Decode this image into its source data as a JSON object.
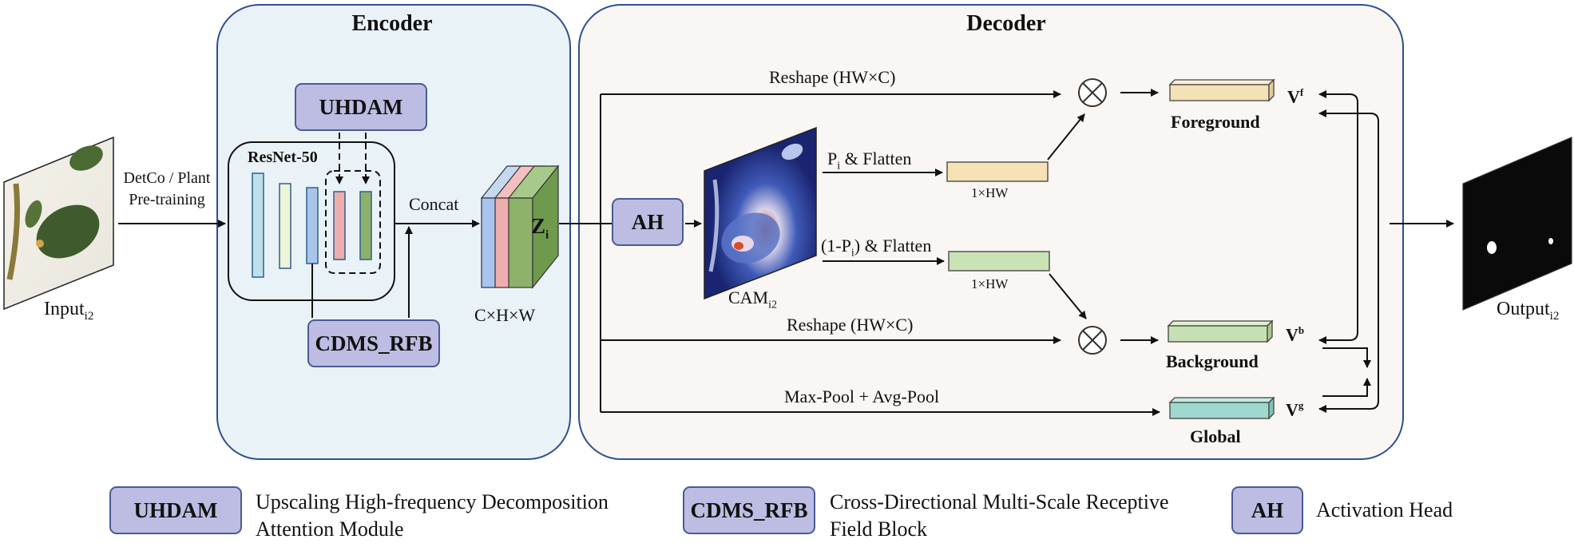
{
  "encoder": {
    "title": "Encoder",
    "uhdam": "UHDAM",
    "resnet": "ResNet-50",
    "cdms": "CDMS_RFB",
    "concat": "Concat",
    "z_label": "Z",
    "z_sub": "i",
    "feature_dims": "C×H×W"
  },
  "decoder": {
    "title": "Decoder",
    "ah": "AH",
    "reshape_top": "Reshape (HW×C)",
    "reshape_bottom": "Reshape (HW×C)",
    "pi_flatten_main": "P",
    "pi_flatten_sub": "i",
    "pi_flatten_rest": " & Flatten",
    "neg_flatten_main": "(1-P",
    "neg_flatten_sub": "i",
    "neg_flatten_rest": ") & Flatten",
    "dim_top": "1×HW",
    "dim_bottom": "1×HW",
    "cam_main": "CAM",
    "cam_sub": "i2",
    "pool": "Max-Pool  +  Avg-Pool",
    "vf_main": "V",
    "vf_sup": "f",
    "vb_main": "V",
    "vb_sup": "b",
    "vg_main": "V",
    "vg_sup": "g",
    "foreground": "Foreground",
    "background": "Background",
    "global": "Global",
    "otimes": "⊗"
  },
  "input": {
    "label_main": "Input",
    "label_sub": "i2",
    "pretrain_line1": "DetCo / Plant",
    "pretrain_line2": "Pre-training"
  },
  "output": {
    "label_main": "Output",
    "label_sub": "i2"
  },
  "legend": [
    {
      "abbr": "UHDAM",
      "desc_line1": "Upscaling High-frequency Decomposition",
      "desc_line2": "Attention Module"
    },
    {
      "abbr": "CDMS_RFB",
      "desc_line1": "Cross-Directional Multi-Scale Receptive",
      "desc_line2": "Field Block"
    },
    {
      "abbr": "AH",
      "desc_line1": "Activation Head",
      "desc_line2": ""
    }
  ],
  "colors": {
    "module_fill": "#bdbde3",
    "module_border": "#4a5b94",
    "encoder_bg": "#e9f2f7",
    "decoder_bg": "#faf6f4",
    "panel_border": "#2f4f8f",
    "foreground_bar": "#f3e2b6",
    "background_bar": "#c6e0b4",
    "global_bar": "#9ed8cf"
  }
}
